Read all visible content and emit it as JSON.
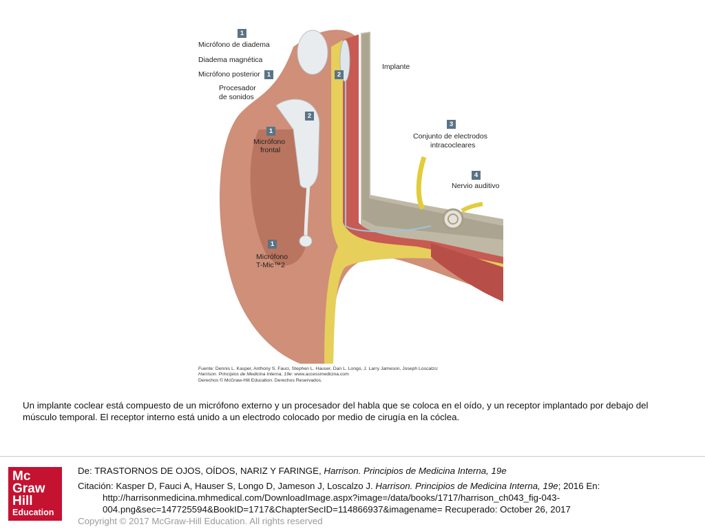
{
  "figure": {
    "labels": {
      "headband_mic": "Micrófono de diadema",
      "magnetic_headband": "Diadema magnética",
      "rear_mic": "Micrófono posterior",
      "sound_processor_1": "Procesador",
      "sound_processor_2": "de sonidos",
      "front_mic_1": "Micrófono",
      "front_mic_2": "frontal",
      "implant": "Implante",
      "electrode_array_1": "Conjunto de electrodos",
      "electrode_array_2": "intracocleares",
      "auditory_nerve": "Nervio auditivo",
      "tmic_1": "Micrófono",
      "tmic_2": "T-Mic™2"
    },
    "badges": {
      "headband_mic": "1",
      "rear_mic": "1",
      "implant": "2",
      "processor": "2",
      "front_mic": "1",
      "electrode_array": "3",
      "auditory_nerve": "4",
      "tmic": "1"
    },
    "source": {
      "line1": "Fuente: Dennis L. Kasper, Anthony S. Fauci, Stephen L. Hauser, Dan L. Longo, J. Larry Jameson, Joseph Loscalzo:",
      "line2_title": "Harrison. Principios de Medicina Interna, 19e:",
      "line2_rest": " www.accessmedicina.com",
      "line3": "Derechos © McGraw-Hill Education. Derechos Reservados."
    },
    "colors": {
      "skin": "#cf8f78",
      "skin_dark": "#a8604c",
      "fat_yellow": "#e6cf5a",
      "muscle": "#c75a52",
      "bone": "#bfb8a4",
      "device": "#e9ecef",
      "badge": "#5a7386"
    }
  },
  "caption": {
    "line1": "Un implante coclear está compuesto de un micrófono externo y un procesador del habla que se coloca en el oído, y un receptor implantado por debajo del",
    "line2": "músculo temporal. El receptor interno está unido a un electrodo colocado por medio de cirugía en la cóclea."
  },
  "logo": {
    "line1": "Mc",
    "line2": "Graw",
    "line3": "Hill",
    "line4": "Education",
    "color": "#c41230"
  },
  "footer": {
    "from_prefix": "De: TRASTORNOS DE OJOS, OÍDOS, NARIZ Y FARINGE, ",
    "from_title": "Harrison. Principios de Medicina Interna, 19e",
    "citation_prefix": "Citación: Kasper D, Fauci A, Hauser S, Longo D, Jameson J, Loscalzo J. ",
    "citation_title": "Harrison. Principios de Medicina Interna, 19e",
    "citation_suffix": "; 2016 En:",
    "url_line1": "http://harrisonmedicina.mhmedical.com/DownloadImage.aspx?image=/data/books/1717/harrison_ch043_fig-043-",
    "url_line2": "004.png&sec=147725594&BookID=1717&ChapterSecID=114866937&imagename= Recuperado: October 26, 2017",
    "copyright": "Copyright © 2017 McGraw-Hill Education. All rights reserved"
  }
}
